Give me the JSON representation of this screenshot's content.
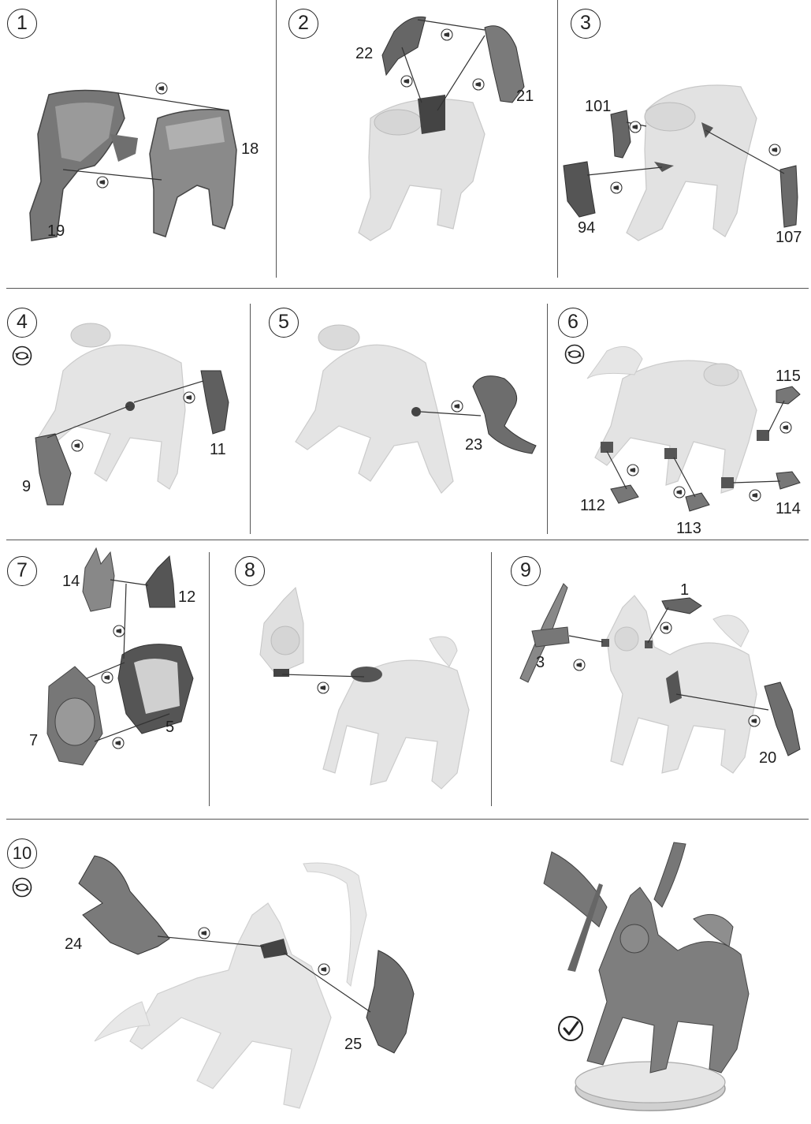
{
  "steps": [
    {
      "number": "1",
      "parts": [
        "18",
        "19"
      ]
    },
    {
      "number": "2",
      "parts": [
        "22",
        "21"
      ]
    },
    {
      "number": "3",
      "parts": [
        "101",
        "94",
        "107"
      ]
    },
    {
      "number": "4",
      "parts": [
        "11",
        "9"
      ]
    },
    {
      "number": "5",
      "parts": [
        "23"
      ]
    },
    {
      "number": "6",
      "parts": [
        "115",
        "112",
        "113",
        "114"
      ]
    },
    {
      "number": "7",
      "parts": [
        "14",
        "12",
        "7",
        "5"
      ]
    },
    {
      "number": "8",
      "parts": []
    },
    {
      "number": "9",
      "parts": [
        "1",
        "3",
        "20"
      ]
    },
    {
      "number": "10",
      "parts": [
        "24",
        "25"
      ]
    }
  ],
  "icons": {
    "rotate": "rotate-model-icon",
    "glue": "glue-drop-icon",
    "complete": "check-complete-icon"
  },
  "colors": {
    "part": "#6e6e6e",
    "model": "#dcdcdc",
    "divider": "#555555"
  }
}
